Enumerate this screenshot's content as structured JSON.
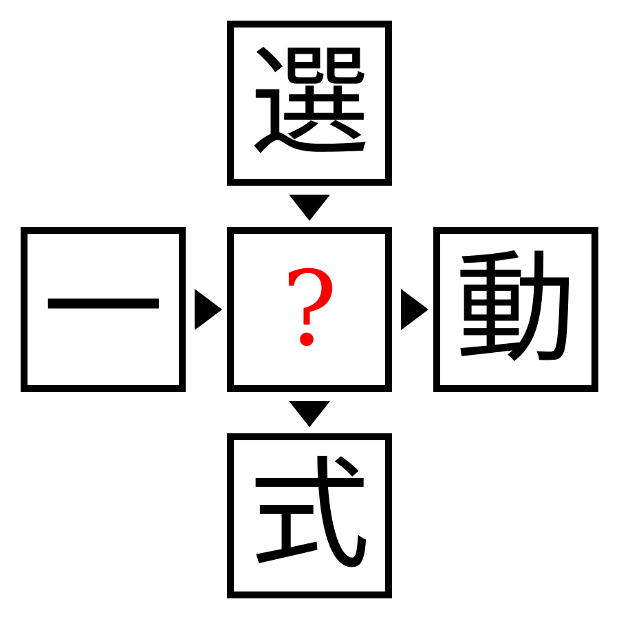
{
  "puzzle": {
    "top": "選",
    "left": "一",
    "center": "?",
    "right": "動",
    "bottom": "式"
  },
  "colors": {
    "border": "#000000",
    "text": "#000000",
    "question": "#ff0000",
    "arrow": "#000000",
    "background": "#ffffff"
  },
  "icons": {
    "vertical_arrow": "triangle-down-icon",
    "horizontal_arrow": "triangle-right-icon"
  }
}
